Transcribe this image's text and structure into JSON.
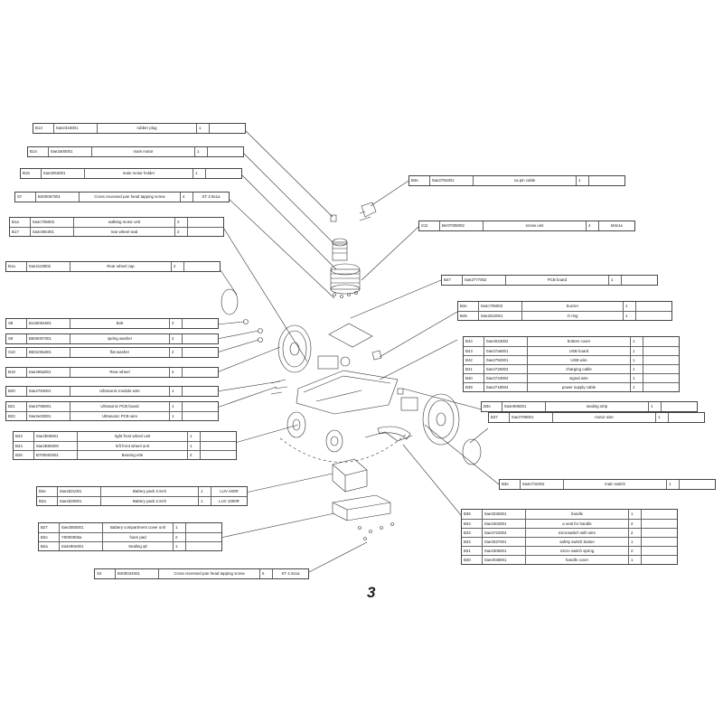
{
  "page_number": "3",
  "tables": [
    {
      "id": "t-b13",
      "rows": [
        [
          "B13",
          "0ae2316001",
          "rubber plug",
          "1",
          ""
        ]
      ]
    },
    {
      "id": "t-b14",
      "rows": [
        [
          "B14",
          "0ae2a00001",
          "main motor",
          "1",
          ""
        ]
      ]
    },
    {
      "id": "t-b15",
      "rows": [
        [
          "B15",
          "0ae2053001",
          "main motor holder",
          "1",
          ""
        ]
      ]
    },
    {
      "id": "t-s7",
      "rows": [
        [
          "S7",
          "B400067001",
          "Cross recessed pan head tapping screw",
          "4",
          "ST 3.9x1a"
        ]
      ]
    },
    {
      "id": "t-b16",
      "rows": [
        [
          "B1a",
          "0a4c706002",
          "walking motor unit",
          "2",
          ""
        ],
        [
          "B17",
          "0a4c09c001",
          "rear wheel seal",
          "2",
          ""
        ]
      ]
    },
    {
      "id": "t-b18",
      "rows": [
        [
          "B1a",
          "0ae2119002",
          "Rear wheel cap",
          "2",
          ""
        ]
      ]
    },
    {
      "id": "t-b4e",
      "rows": [
        [
          "B4e",
          "0ae2791001",
          "1a pin cable",
          "1",
          ""
        ]
      ]
    },
    {
      "id": "t-s11",
      "rows": [
        [
          "S11",
          "Be07005002",
          "screw unit",
          "4",
          "M4x1e"
        ]
      ]
    },
    {
      "id": "t-b47",
      "rows": [
        [
          "B47",
          "0ae2777002",
          "PCB board",
          "1",
          ""
        ]
      ]
    },
    {
      "id": "t-b46",
      "rows": [
        [
          "B4e",
          "0a4c705002",
          "buzzer",
          "1",
          ""
        ],
        [
          "B45",
          "0ae2022001",
          "O ring",
          "1",
          ""
        ]
      ]
    },
    {
      "id": "t-s8",
      "rows": [
        [
          "S8",
          "B125004601",
          "Bolt",
          "2",
          ""
        ]
      ]
    },
    {
      "id": "t-s9",
      "rows": [
        [
          "S9",
          "B500007001",
          "spring washer",
          "2",
          ""
        ]
      ]
    },
    {
      "id": "t-s10",
      "rows": [
        [
          "S10",
          "B50100a001",
          "flat washer",
          "2",
          ""
        ]
      ]
    },
    {
      "id": "t-b44",
      "rows": [
        [
          "B44",
          "0ae2034002",
          "bottom cover",
          "1",
          ""
        ],
        [
          "B43",
          "0ae27a6001",
          "USB board",
          "1",
          ""
        ],
        [
          "B42",
          "0ae2792001",
          "USB wire",
          "1",
          ""
        ],
        [
          "B41",
          "0ae2725002",
          "charging cable",
          "1",
          ""
        ],
        [
          "B40",
          "0ae2723002",
          "signal wire",
          "1",
          ""
        ],
        [
          "B39",
          "0ae2718004",
          "power supply cable",
          "1",
          ""
        ]
      ]
    },
    {
      "id": "t-b19",
      "rows": [
        [
          "B19",
          "0ae265a001",
          "Rear wheel",
          "2",
          ""
        ]
      ]
    },
    {
      "id": "t-b38",
      "rows": [
        [
          "B3e",
          "0a4e905001",
          "sealing strip",
          "1",
          ""
        ]
      ]
    },
    {
      "id": "t-b20",
      "rows": [
        [
          "B20",
          "0ae2794001",
          "Ultrasonic module wire",
          "1",
          ""
        ]
      ]
    },
    {
      "id": "t-b37",
      "rows": [
        [
          "B37",
          "0ae2799001",
          "motor wire",
          "1",
          ""
        ]
      ]
    },
    {
      "id": "t-b21",
      "rows": [
        [
          "B21",
          "0ae2796001",
          "Ultrasonic PCB board",
          "1",
          ""
        ],
        [
          "B22",
          "0ae2e03001",
          "Ultrasonic PCB wire",
          "1",
          ""
        ]
      ]
    },
    {
      "id": "t-b23",
      "rows": [
        [
          "B23",
          "0ae2b06001",
          "right front wheel unit",
          "1",
          ""
        ],
        [
          "B24",
          "0ae2B06000",
          "left front wheel unit",
          "1",
          ""
        ],
        [
          "B25",
          "B700502001",
          "Bearing e0e",
          "2",
          ""
        ]
      ]
    },
    {
      "id": "t-b36",
      "rows": [
        [
          "B3e",
          "0a4e731002",
          "main switch",
          "1",
          ""
        ]
      ]
    },
    {
      "id": "t-b26",
      "rows": [
        [
          "B2e",
          "0ae2d21001",
          "Battery pack  2.6Ah",
          "1",
          "LUV e00R"
        ],
        [
          "B2a",
          "0ae2d20001",
          "Battery pack  2.6Ah",
          "1",
          "LUV 1000R"
        ]
      ]
    },
    {
      "id": "t-b35",
      "rows": [
        [
          "B35",
          "0ae2036001",
          "handle",
          "1",
          ""
        ],
        [
          "B34",
          "0ae2304001",
          "a seal for handle",
          "2",
          ""
        ],
        [
          "B33",
          "0ae2722004",
          "microswitch with wire",
          "2",
          ""
        ],
        [
          "B32",
          "0ae2037001",
          "safety switch button",
          "1",
          ""
        ],
        [
          "B31",
          "0ae2306001",
          "micro switch spring",
          "2",
          ""
        ],
        [
          "B30",
          "0ae2038001",
          "handle cover",
          "1",
          ""
        ]
      ]
    },
    {
      "id": "t-b27",
      "rows": [
        [
          "B27",
          "0ae2050001",
          "Battery compartment cover unit",
          "1",
          ""
        ],
        [
          "B2e",
          "Y9000006a",
          "foam pad",
          "2",
          ""
        ],
        [
          "B2a",
          "0a4e90e001",
          "Sealing q0",
          "1",
          ""
        ]
      ]
    },
    {
      "id": "t-s2",
      "rows": [
        [
          "S2",
          "B400024001",
          "Cross recessed pan head tapping screw",
          "5",
          "ST 4.2x1a"
        ]
      ]
    }
  ]
}
